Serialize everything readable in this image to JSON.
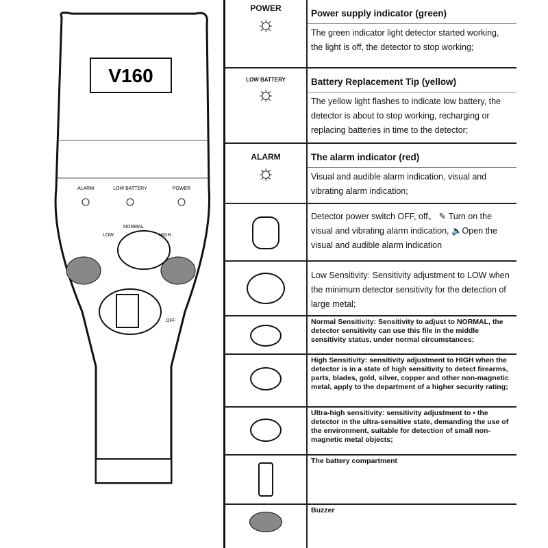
{
  "device": {
    "model": "V160",
    "indicators": [
      "ALARM",
      "LOW BATTERY",
      "POWER"
    ],
    "dial": {
      "low": "LOW",
      "normal": "NORMAL",
      "high": "HIGH"
    },
    "switch_off": "OFF"
  },
  "rows": [
    {
      "label": "POWER",
      "title": "Power supply indicator (green)",
      "text": "The green indicator light detector started working, the light is off, the detector to stop working;"
    },
    {
      "label": "LOW BATTERY",
      "title": "Battery Replacement Tip (yellow)",
      "text": "The yellow light flashes to indicate low battery, the detector is about to stop working, recharging or replacing batteries in time to the detector;"
    },
    {
      "label": "ALARM",
      "title": "The alarm indicator (red)",
      "text": "Visual and audible alarm indication, visual and vibrating alarm indication;"
    },
    {
      "text": "Detector power switch OFF, off、 ✎ Turn on the visual and vibrating alarm indication, 🔈Open the visual and audible alarm indication"
    },
    {
      "text": "Low Sensitivity: Sensitivity adjustment to LOW when the minimum detector sensitivity for the detection of large metal;"
    },
    {
      "text": "Normal Sensitivity: Sensitivity to adjust to NORMAL, the detector sensitivity can use this file in the middle sensitivity status, under normal circumstances;"
    },
    {
      "text": "High Sensitivity: sensitivity adjustment to HIGH when the detector is in a state of high sensitivity to detect firearms, parts, blades, gold, silver, copper and other non-magnetic metal, apply to the department of a higher security rating;"
    },
    {
      "text": "Ultra-high sensitivity: sensitivity adjustment to • the detector in the ultra-sensitive state, demanding the use of the environment, suitable for detection of small non-magnetic metal objects;"
    },
    {
      "text": "The battery compartment"
    },
    {
      "text": "Buzzer"
    }
  ]
}
